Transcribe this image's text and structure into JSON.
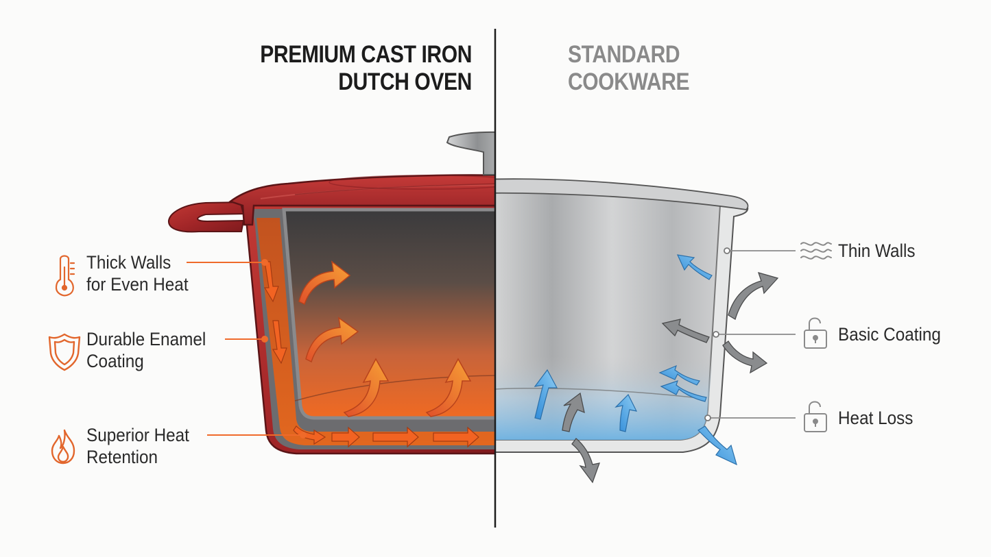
{
  "left_title": {
    "line1": "PREMIUM CAST IRON",
    "line2": "DUTCH OVEN"
  },
  "right_title": {
    "line1": "STANDARD",
    "line2": "COOKWARE"
  },
  "left_features": [
    {
      "line1": "Thick Walls",
      "line2": "for Even Heat",
      "icon": "thermometer-icon"
    },
    {
      "line1": "Durable Enamel",
      "line2": "Coating",
      "icon": "shield-icon"
    },
    {
      "line1": "Superior Heat",
      "line2": "Retention",
      "icon": "flame-icon"
    }
  ],
  "right_features": [
    {
      "label": "Thin Walls",
      "icon": "wavy-lines-icon"
    },
    {
      "label": "Basic Coating",
      "icon": "unlocked-padlock-icon"
    },
    {
      "label": "Heat Loss",
      "icon": "unlocked-padlock-icon"
    }
  ],
  "colors": {
    "enamel_red": "#a3282a",
    "heat_orange": "#ee6a24",
    "cool_blue": "#4aa3df",
    "steel_gray": "#b9bcbe",
    "icon_orange": "#e2662c"
  }
}
